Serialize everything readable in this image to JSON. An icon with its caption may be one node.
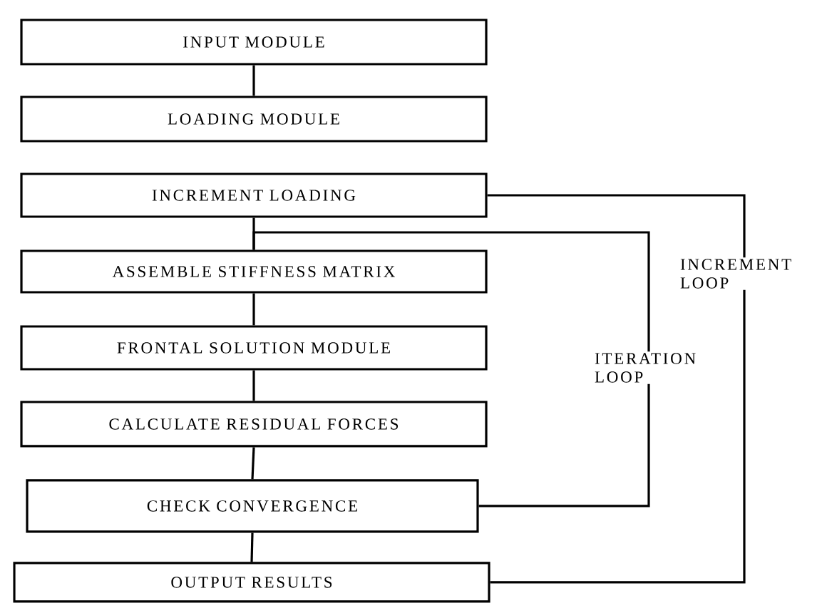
{
  "diagram": {
    "nodes": [
      {
        "text": [
          "INPUT MODULE"
        ]
      },
      {
        "text": [
          "LOADING MODULE"
        ]
      },
      {
        "text": [
          "INCREMENT LOADING"
        ]
      },
      {
        "text": [
          "ASSEMBLE STIFFNESS MATRIX"
        ]
      },
      {
        "text": [
          "FRONTAL SOLUTION MODULE"
        ]
      },
      {
        "text": [
          "CALCULATE RESIDUAL FORCES"
        ]
      },
      {
        "text": [
          "CHECK CONVERGENCE"
        ]
      },
      {
        "text": [
          "OUTPUT RESULTS"
        ]
      }
    ],
    "edges": [
      {
        "from": 0,
        "to": 1,
        "arrow": "none"
      },
      {
        "from": 2,
        "to": 3,
        "arrow": "none"
      },
      {
        "from": 3,
        "to": 4,
        "arrow": "none"
      },
      {
        "from": 4,
        "to": 5,
        "arrow": "none"
      },
      {
        "from": 5,
        "to": 6,
        "arrow": "none"
      },
      {
        "from": 6,
        "to": 7,
        "arrow": "none"
      },
      {
        "from": 6,
        "to": 3,
        "arrow": "none",
        "label": "ITERATION LOOP"
      },
      {
        "from": 7,
        "to": 2,
        "arrow": "none",
        "label": "INCREMENT LOOP"
      }
    ]
  }
}
